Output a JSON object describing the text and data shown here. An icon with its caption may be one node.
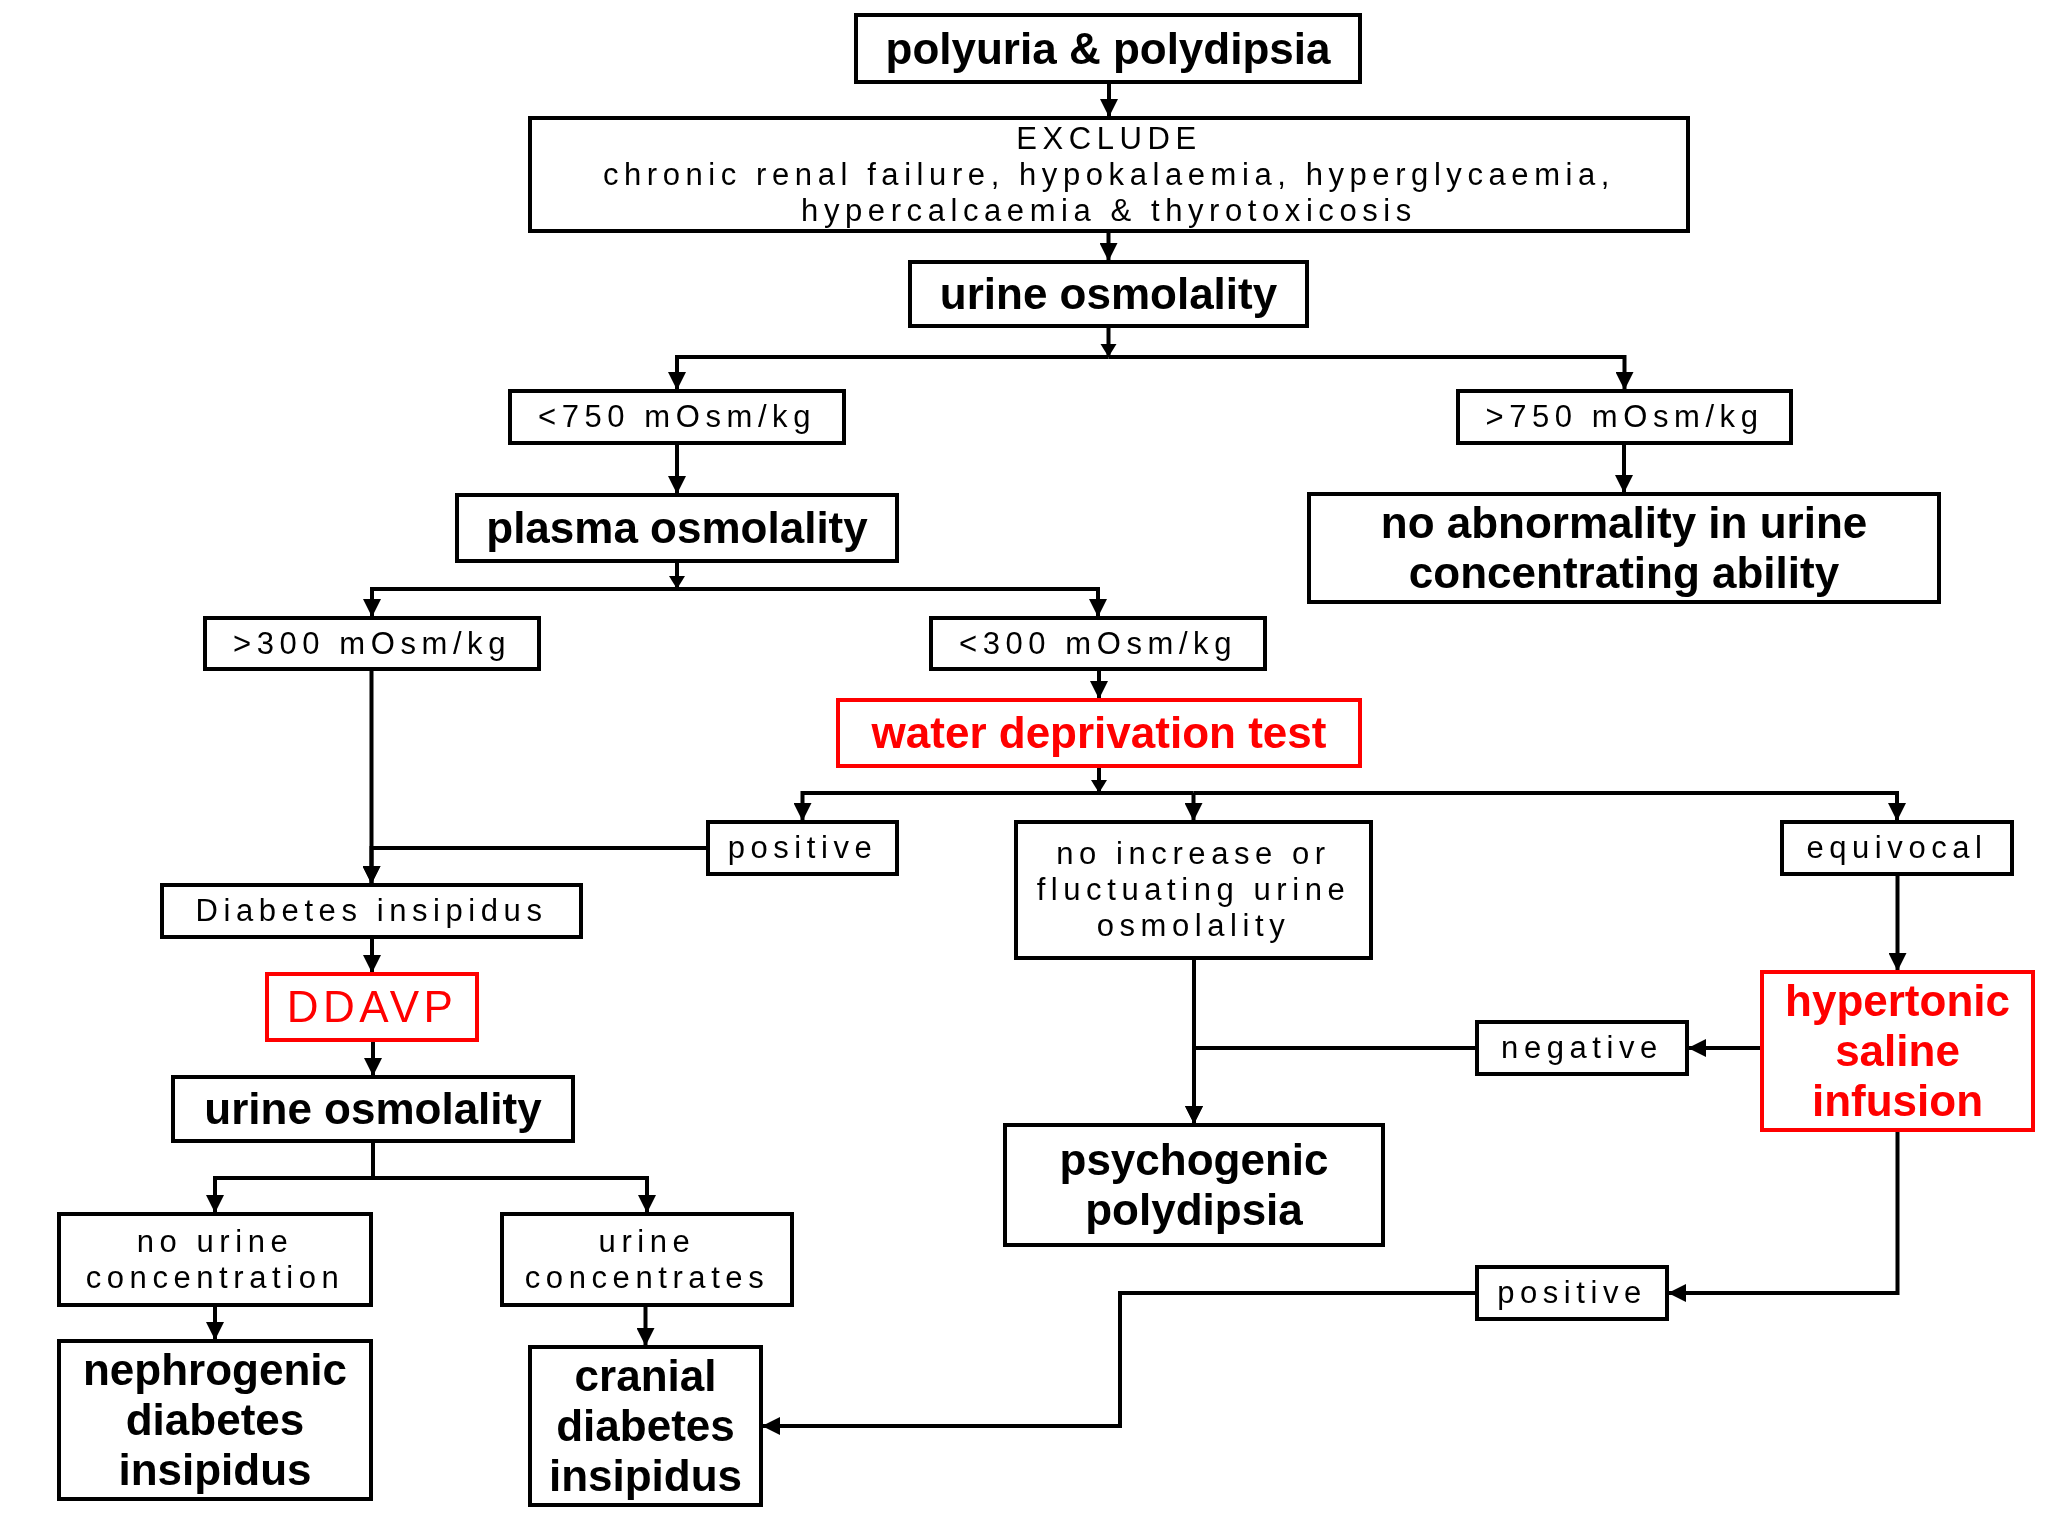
{
  "diagram": {
    "nodes": [
      {
        "text": [
          "polyuria & polydipsia"
        ]
      },
      {
        "text": [
          "EXCLUDE",
          "chronic renal failure, hypokalaemia, hyperglycaemia, hypercalcaemia & thyrotoxicosis"
        ]
      },
      {
        "text": [
          "urine osmolality"
        ]
      },
      {
        "text": [
          "<750 mOsm/kg"
        ]
      },
      {
        "text": [
          ">750 mOsm/kg"
        ]
      },
      {
        "text": [
          "plasma osmolality"
        ]
      },
      {
        "text": [
          "no abnormality in urine concentrating ability"
        ]
      },
      {
        "text": [
          ">300 mOsm/kg"
        ]
      },
      {
        "text": [
          "<300 mOsm/kg"
        ]
      },
      {
        "text": [
          "water deprivation test"
        ]
      },
      {
        "text": [
          "positive"
        ]
      },
      {
        "text": [
          "no increase or fluctuating urine osmolality"
        ]
      },
      {
        "text": [
          "equivocal"
        ]
      },
      {
        "text": [
          "Diabetes insipidus"
        ]
      },
      {
        "text": [
          "DDAVP"
        ]
      },
      {
        "text": [
          "hypertonic saline infusion"
        ]
      },
      {
        "text": [
          "negative"
        ]
      },
      {
        "text": [
          "urine osmolality"
        ]
      },
      {
        "text": [
          "psychogenic polydipsia"
        ]
      },
      {
        "text": [
          "no urine concentration"
        ]
      },
      {
        "text": [
          "urine concentrates"
        ]
      },
      {
        "text": [
          "positive"
        ]
      },
      {
        "text": [
          "nephrogenic diabetes insipidus"
        ]
      },
      {
        "text": [
          "cranial diabetes insipidus"
        ]
      }
    ],
    "edges": [
      {
        "from": 0,
        "to": 1,
        "arrow": "to"
      },
      {
        "from": 1,
        "to": 2,
        "arrow": "to"
      },
      {
        "from": 2,
        "to": 3,
        "arrow": "to"
      },
      {
        "from": 2,
        "to": 4,
        "arrow": "to"
      },
      {
        "from": 3,
        "to": 5,
        "arrow": "to"
      },
      {
        "from": 4,
        "to": 6,
        "arrow": "to"
      },
      {
        "from": 5,
        "to": 7,
        "arrow": "to"
      },
      {
        "from": 5,
        "to": 8,
        "arrow": "to"
      },
      {
        "from": 8,
        "to": 9,
        "arrow": "to"
      },
      {
        "from": 9,
        "to": 10,
        "arrow": "to"
      },
      {
        "from": 9,
        "to": 11,
        "arrow": "to"
      },
      {
        "from": 9,
        "to": 12,
        "arrow": "to"
      },
      {
        "from": 7,
        "to": 13,
        "arrow": "to"
      },
      {
        "from": 10,
        "to": 13,
        "arrow": "to"
      },
      {
        "from": 12,
        "to": 15,
        "arrow": "to"
      },
      {
        "from": 15,
        "to": 16,
        "arrow": "to"
      },
      {
        "from": 16,
        "to": 18,
        "arrow": "to"
      },
      {
        "from": 11,
        "to": 18,
        "arrow": "to"
      },
      {
        "from": 13,
        "to": 14,
        "arrow": "to"
      },
      {
        "from": 14,
        "to": 17,
        "arrow": "to"
      },
      {
        "from": 17,
        "to": 19,
        "arrow": "to"
      },
      {
        "from": 17,
        "to": 20,
        "arrow": "to"
      },
      {
        "from": 19,
        "to": 22,
        "arrow": "to"
      },
      {
        "from": 20,
        "to": 23,
        "arrow": "to"
      },
      {
        "from": 15,
        "to": 21,
        "arrow": "to"
      },
      {
        "from": 21,
        "to": 23,
        "arrow": "to"
      }
    ]
  }
}
